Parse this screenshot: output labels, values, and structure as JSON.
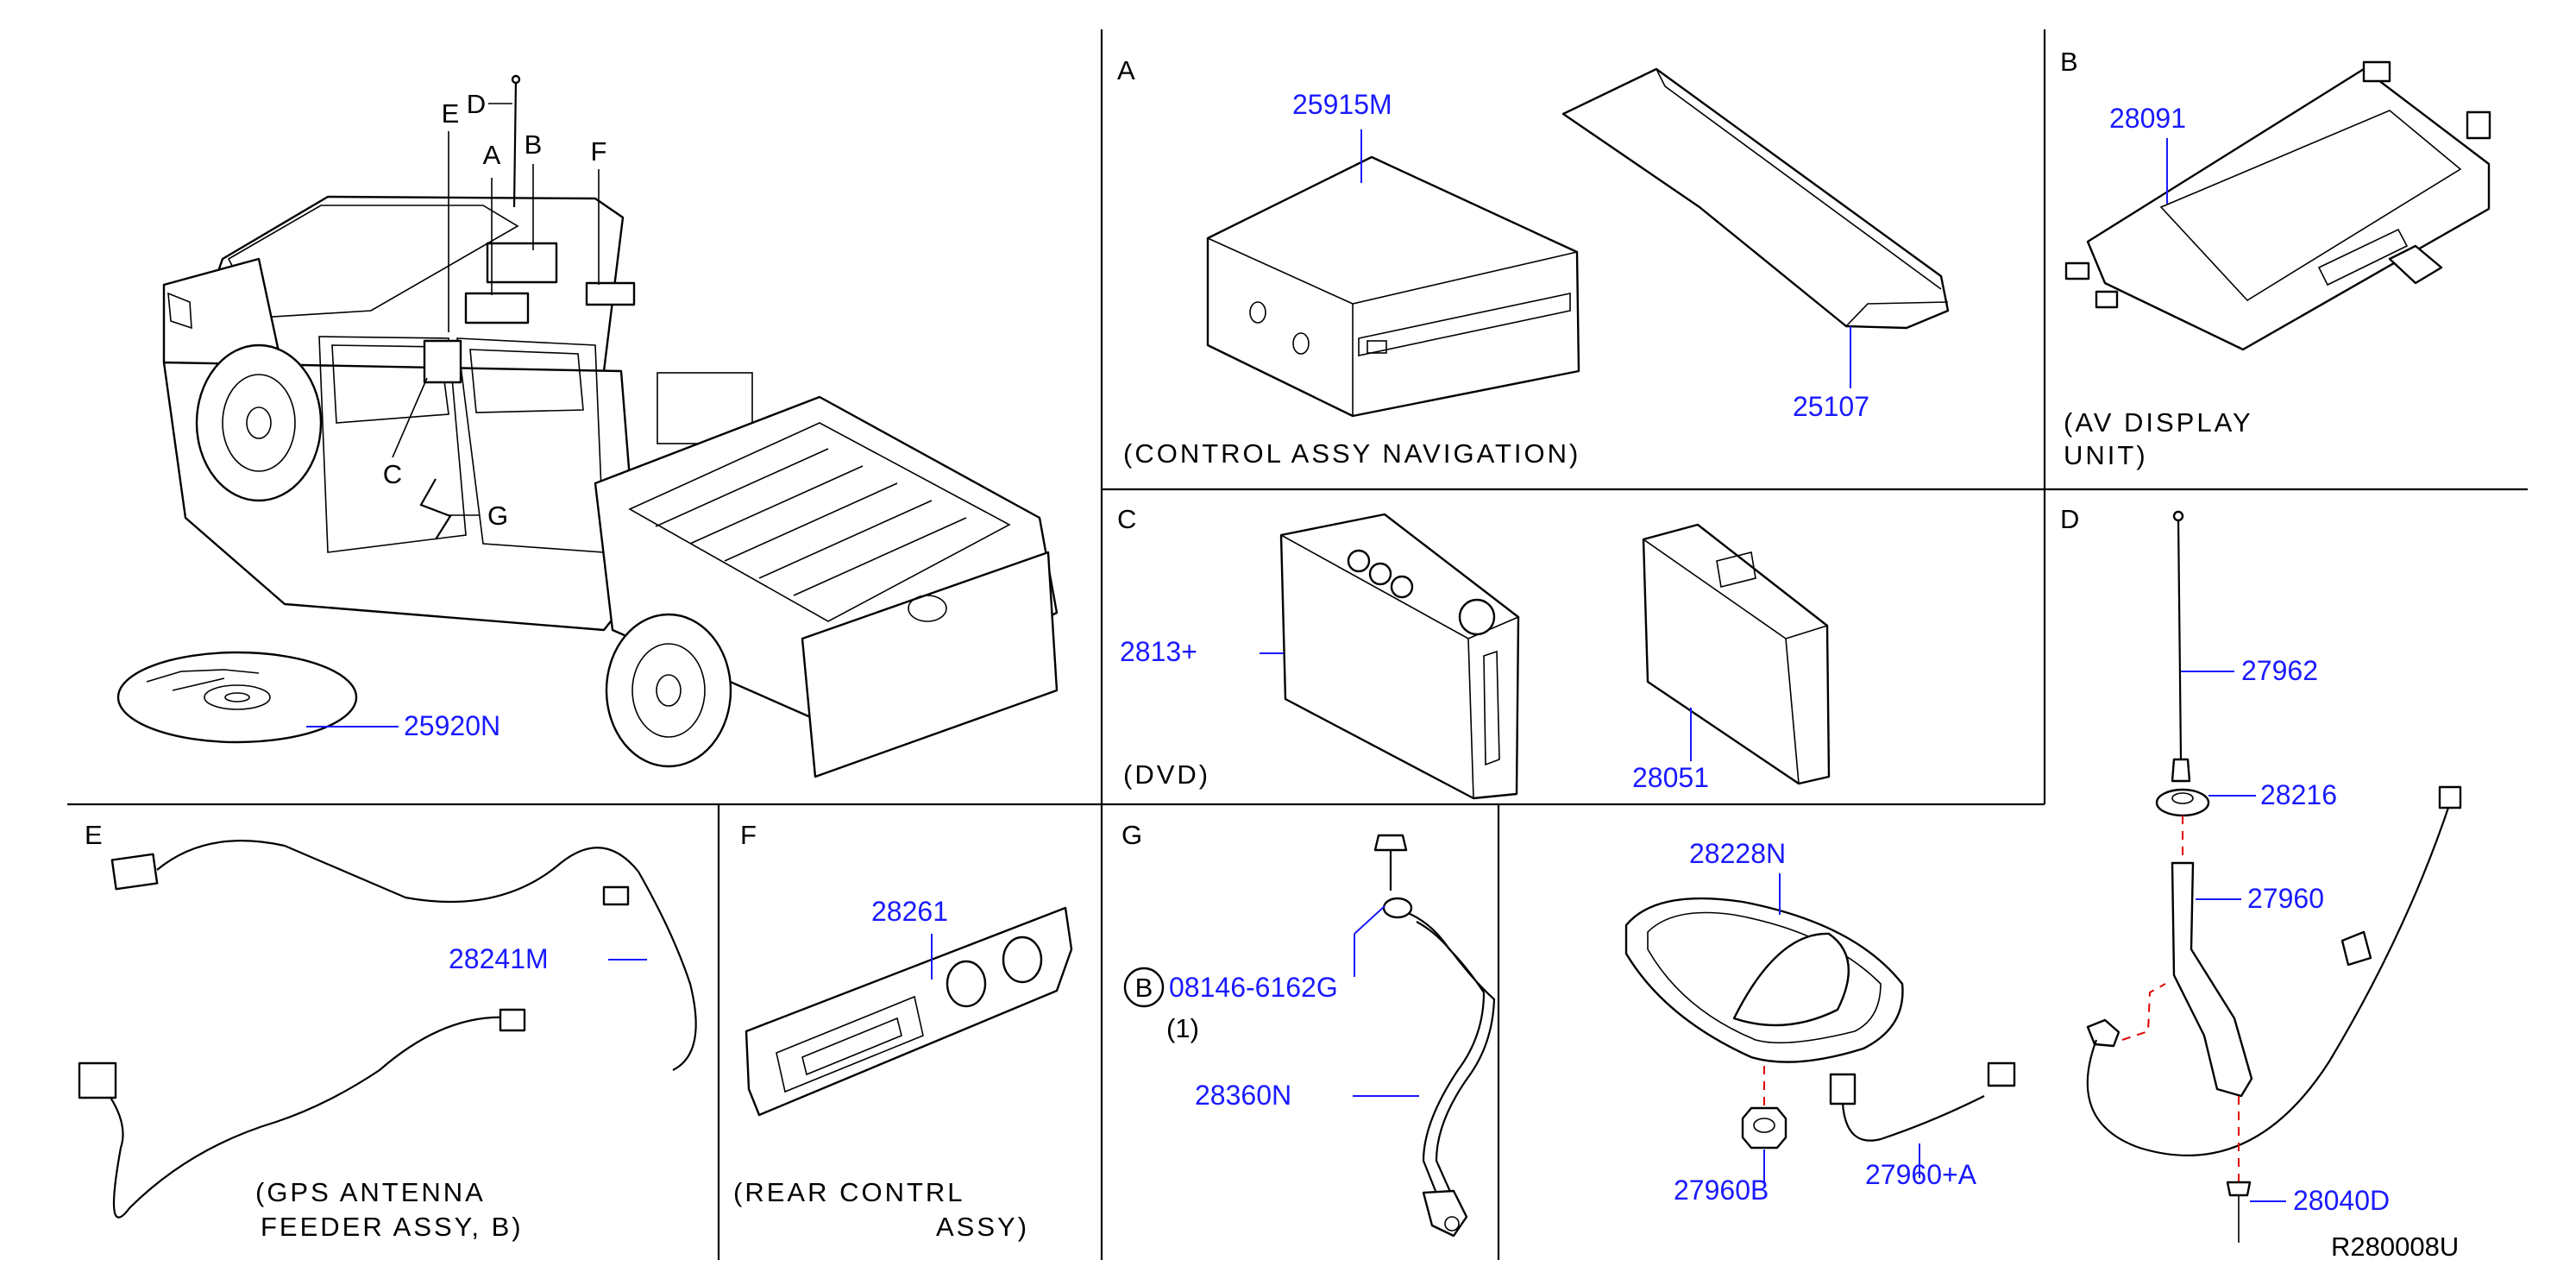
{
  "sections": {
    "A": {
      "letter": "A",
      "parts": [
        "25915M",
        "25107"
      ],
      "caption": "(CONTROL  ASSY  NAVIGATION)"
    },
    "B": {
      "letter": "B",
      "parts": [
        "28091"
      ],
      "caption_line1": "(AV  DISPLAY",
      "caption_line2": "UNIT)"
    },
    "C": {
      "letter": "C",
      "parts": [
        "2813+",
        "28051"
      ],
      "caption": "(DVD)"
    },
    "D": {
      "letter": "D",
      "parts": [
        "27962",
        "28216",
        "27960",
        "28040D"
      ]
    },
    "E": {
      "letter": "E",
      "parts": [
        "28241M"
      ],
      "caption_line1": "(GPS  ANTENNA",
      "caption_line2": "FEEDER  ASSY,  B)"
    },
    "F": {
      "letter": "F",
      "parts": [
        "28261"
      ],
      "caption_line1": "(REAR  CONTRL",
      "caption_line2": "ASSY)"
    },
    "G": {
      "letter": "G",
      "parts": [
        "08146-6162G",
        "(1)",
        "28360N"
      ],
      "bolt_symbol": "B"
    },
    "antenna": {
      "parts": [
        "28228N",
        "27960B",
        "27960+A"
      ]
    }
  },
  "overview": {
    "callouts": [
      "D",
      "E",
      "A",
      "B",
      "F",
      "C",
      "G"
    ],
    "disc_part": "25920N"
  },
  "diagram_code": "R280008U"
}
